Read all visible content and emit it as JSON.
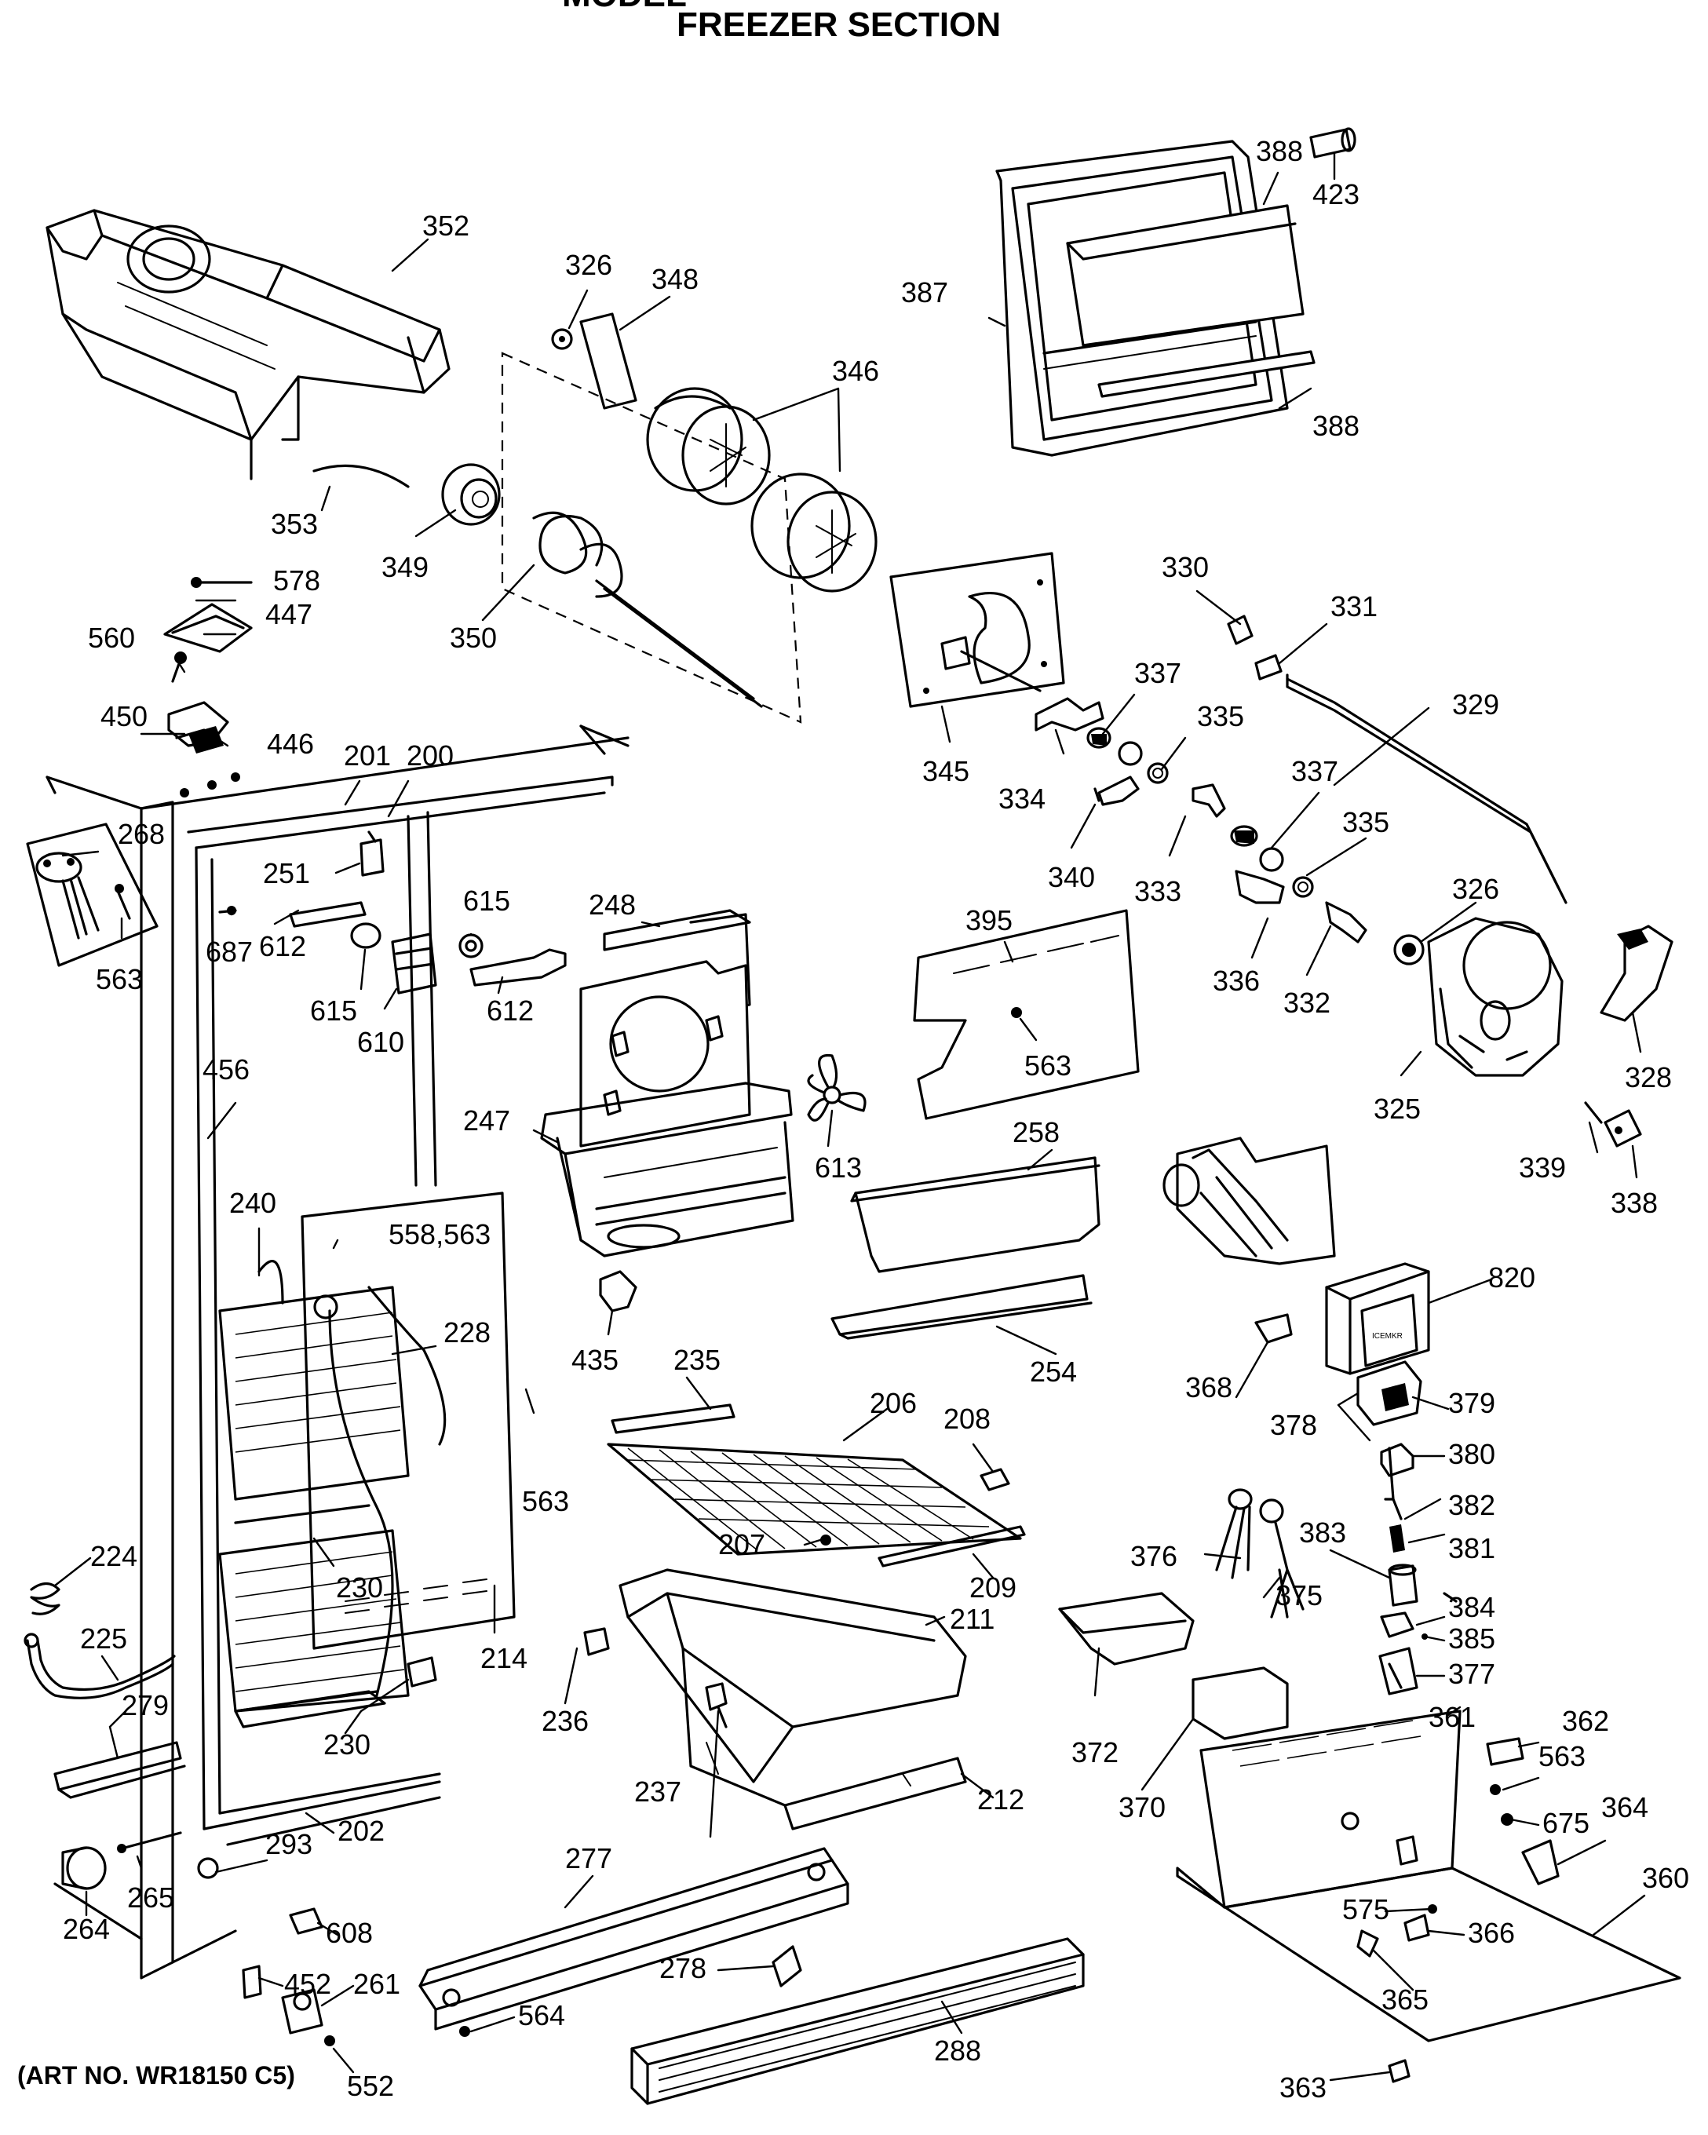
{
  "header": {
    "title_cut": "MODEL",
    "title": "FREEZER SECTION"
  },
  "footer": {
    "art_no": "(ART NO. WR18150 C5)"
  },
  "parts": {
    "p352": "352",
    "p326a": "326",
    "p348": "348",
    "p346": "346",
    "p388a": "388",
    "p423": "423",
    "p387": "387",
    "p388b": "388",
    "p353": "353",
    "p349": "349",
    "p350": "350",
    "p578": "578",
    "p447": "447",
    "p560": "560",
    "p450": "450",
    "p446": "446",
    "p330": "330",
    "p331": "331",
    "p337a": "337",
    "p335a": "335",
    "p329": "329",
    "p345": "345",
    "p334": "334",
    "p340": "340",
    "p333": "333",
    "p337b": "337",
    "p335b": "335",
    "p326b": "326",
    "p336": "336",
    "p332": "332",
    "p328": "328",
    "p325": "325",
    "p339": "339",
    "p338": "338",
    "p201": "201",
    "p200": "200",
    "p268": "268",
    "p563a": "563",
    "p251": "251",
    "p687": "687",
    "p612a": "612",
    "p615a": "615",
    "p615b": "615",
    "p610": "610",
    "p612b": "612",
    "p248": "248",
    "p395": "395",
    "p563b": "563",
    "p456": "456",
    "p247": "247",
    "p613": "613",
    "p258": "258",
    "p820": "820",
    "p240": "240",
    "p558": "558,563",
    "p228": "228",
    "p435": "435",
    "p235": "235",
    "p254": "254",
    "p368": "368",
    "p206": "206",
    "p208": "208",
    "p378": "378",
    "p379": "379",
    "p380": "380",
    "p382": "382",
    "p563c": "563",
    "p224": "224",
    "p230a": "230",
    "p207": "207",
    "p209": "209",
    "p376": "376",
    "p383": "383",
    "p381": "381",
    "p375": "375",
    "p225": "225",
    "p211": "211",
    "p384": "384",
    "p385": "385",
    "p377": "377",
    "p214": "214",
    "p236": "236",
    "p279": "279",
    "p230b": "230",
    "p361": "361",
    "p362": "362",
    "p563d": "563",
    "p372": "372",
    "p237": "237",
    "p212": "212",
    "p370": "370",
    "p675": "675",
    "p364": "364",
    "p202": "202",
    "p293": "293",
    "p265": "265",
    "p360": "360",
    "p264": "264",
    "p277": "277",
    "p608": "608",
    "p575": "575",
    "p366": "366",
    "p452": "452",
    "p261": "261",
    "p278": "278",
    "p365": "365",
    "p564": "564",
    "p288": "288",
    "p552": "552",
    "p363": "363"
  }
}
